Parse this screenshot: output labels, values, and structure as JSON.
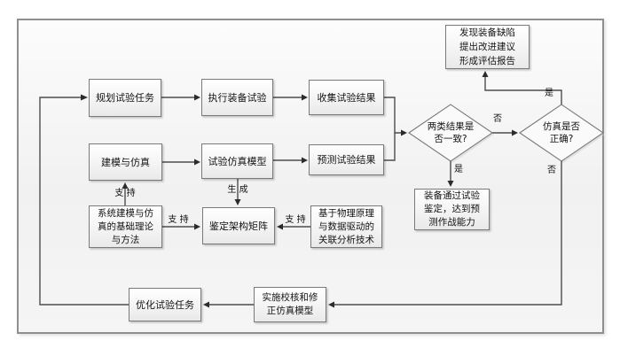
{
  "nodes": {
    "plan_task": "规划试验任务",
    "execute_test": "执行装备试验",
    "collect_results": "收集试验结果",
    "modeling_simulation": "建模与仿真",
    "test_sim_model": "试验仿真模型",
    "predict_results": "预测试验结果",
    "defect_report": "发现装备缺陷\n提出改进建议\n形成评估报告",
    "decision_results_consistent": "两类结果是\n否一致?",
    "decision_sim_correct": "仿真是否\n正确?",
    "pass_appraisal": "装备通过试验\n鉴定，达到预\n测作战能力",
    "theory_methods": "系统建模与仿\n真的基础理论\n与方法",
    "appraisal_matrix": "鉴定架构矩阵",
    "analysis_tech": "基于物理原理\n与数据驱动的\n关联分析技术",
    "optimize_task": "优化试验任务",
    "verify_model": "实施校核和修\n正仿真模型"
  },
  "edge_labels": {
    "support_modeling": "支 持",
    "support_matrix_left": "支 持",
    "support_matrix_right": "支 持",
    "generate": "生 成",
    "consistent_yes": "是",
    "consistent_no": "否",
    "sim_correct_yes": "是",
    "sim_correct_no": "否"
  },
  "colors": {
    "connector": "#4d4d4d",
    "arrowhead": "#2b2b2b",
    "node_border": "#7a7a7a",
    "canvas_background": "#f3f3f3"
  }
}
